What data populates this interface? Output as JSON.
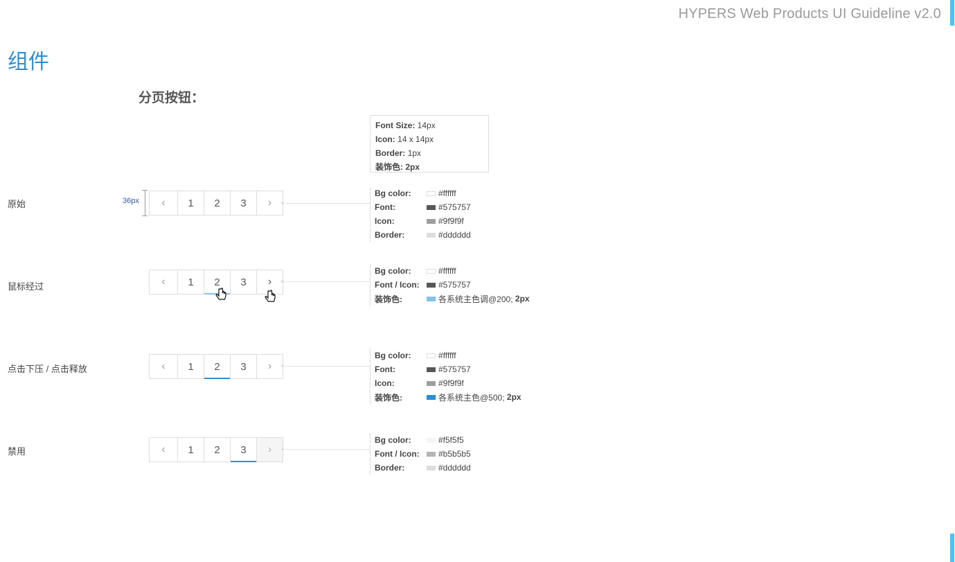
{
  "header": {
    "title": "HYPERS Web Products UI Guideline v2.0"
  },
  "colors": {
    "accent": "#4cc3f2",
    "primary": "#2c8fd6",
    "hover": "#84c2ea"
  },
  "section_title": "组件",
  "sub_title": "分页按钮：",
  "dimension_label": "36px",
  "spec_top": {
    "font_size_label": "Font Size:",
    "font_size_value": "14px",
    "icon_label": "Icon:",
    "icon_value": "14 x 14px",
    "border_label": "Border:",
    "border_value": "1px",
    "deco_label": "装饰色:",
    "deco_value": "2px"
  },
  "pager": {
    "prev_icon": "‹",
    "next_icon": "›",
    "pages": [
      "1",
      "2",
      "3"
    ]
  },
  "states": [
    {
      "label": "原始",
      "specs": [
        {
          "key": "Bg color:",
          "color": "#ffffff",
          "value": "#ffffff"
        },
        {
          "key": "Font:",
          "color": "#575757",
          "value": "#575757"
        },
        {
          "key": "Icon:",
          "color": "#9f9f9f",
          "value": "#9f9f9f"
        },
        {
          "key": "Border:",
          "color": "#dddddd",
          "value": "#dddddd"
        }
      ]
    },
    {
      "label": "鼠标经过",
      "specs": [
        {
          "key": "Bg color:",
          "color": "#ffffff",
          "value": "#ffffff"
        },
        {
          "key": "Font / Icon:",
          "color": "#575757",
          "value": "#575757"
        },
        {
          "key": "装饰色:",
          "color": "#84c2ea",
          "value": "各系统主色调@200; ",
          "bold": "2px"
        }
      ]
    },
    {
      "label": "点击下压 / 点击释放",
      "specs": [
        {
          "key": "Bg color:",
          "color": "#ffffff",
          "value": "#ffffff"
        },
        {
          "key": "Font:",
          "color": "#575757",
          "value": "#575757"
        },
        {
          "key": "Icon:",
          "color": "#9f9f9f",
          "value": "#9f9f9f"
        },
        {
          "key": "装饰色:",
          "color": "#2c8fd6",
          "value": "各系统主色@500; ",
          "bold": "2px"
        }
      ]
    },
    {
      "label": "禁用",
      "specs": [
        {
          "key": "Bg color:",
          "color": "#f5f5f5",
          "value": "#f5f5f5"
        },
        {
          "key": "Font / Icon:",
          "color": "#b5b5b5",
          "value": "#b5b5b5"
        },
        {
          "key": "Border:",
          "color": "#dddddd",
          "value": "#dddddd"
        }
      ]
    }
  ]
}
